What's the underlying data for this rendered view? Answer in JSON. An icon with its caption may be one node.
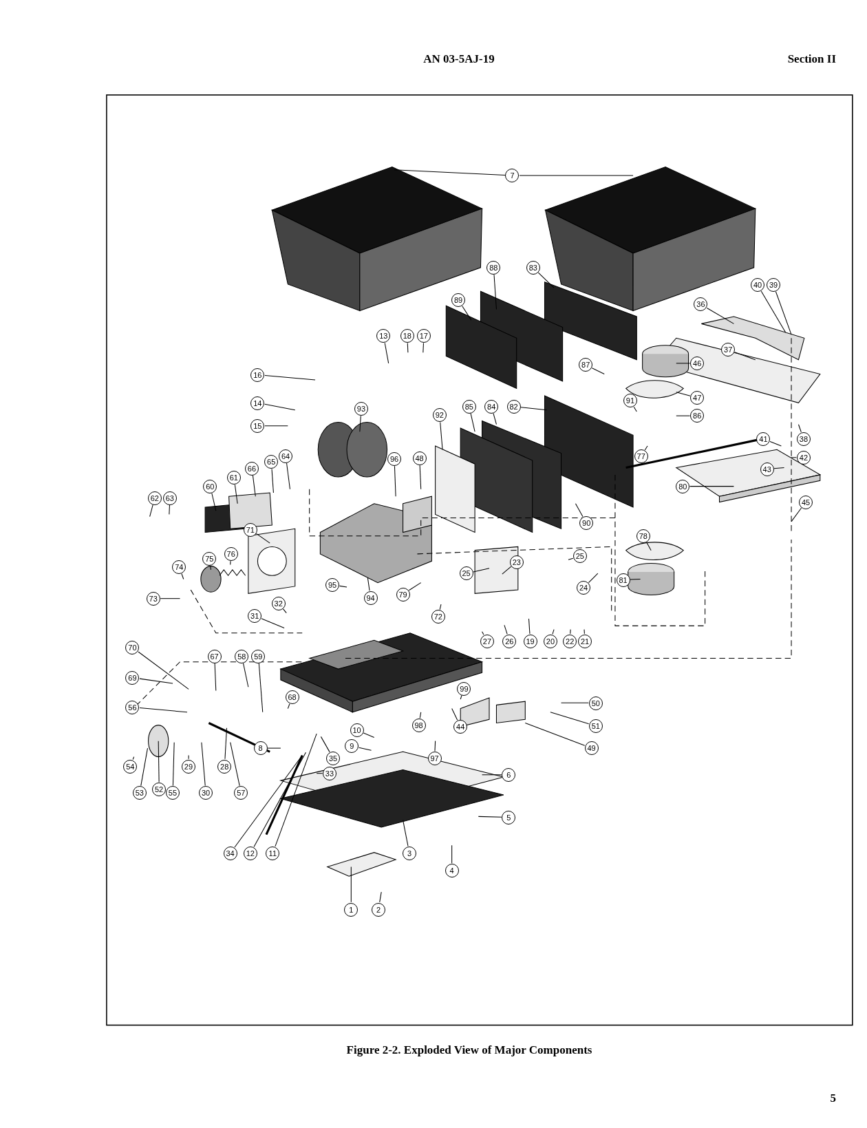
{
  "diagram": {
    "caption": "Figure 2-2. Exploded View of Major Components",
    "nodes": [
      {
        "text": [
          "7"
        ]
      },
      {
        "text": [
          "88"
        ]
      },
      {
        "text": [
          "83"
        ]
      },
      {
        "text": [
          "40"
        ]
      },
      {
        "text": [
          "39"
        ]
      },
      {
        "text": [
          "89"
        ]
      },
      {
        "text": [
          "36"
        ]
      },
      {
        "text": [
          "13"
        ]
      },
      {
        "text": [
          "18"
        ]
      },
      {
        "text": [
          "17"
        ]
      },
      {
        "text": [
          "37"
        ]
      },
      {
        "text": [
          "87"
        ]
      },
      {
        "text": [
          "46"
        ]
      },
      {
        "text": [
          "16"
        ]
      },
      {
        "text": [
          "47"
        ]
      },
      {
        "text": [
          "91"
        ]
      },
      {
        "text": [
          "14"
        ]
      },
      {
        "text": [
          "82"
        ]
      },
      {
        "text": [
          "85"
        ]
      },
      {
        "text": [
          "84"
        ]
      },
      {
        "text": [
          "93"
        ]
      },
      {
        "text": [
          "92"
        ]
      },
      {
        "text": [
          "86"
        ]
      },
      {
        "text": [
          "15"
        ]
      },
      {
        "text": [
          "41"
        ]
      },
      {
        "text": [
          "38"
        ]
      },
      {
        "text": [
          "77"
        ]
      },
      {
        "text": [
          "64"
        ]
      },
      {
        "text": [
          "48"
        ]
      },
      {
        "text": [
          "96"
        ]
      },
      {
        "text": [
          "42"
        ]
      },
      {
        "text": [
          "65"
        ]
      },
      {
        "text": [
          "66"
        ]
      },
      {
        "text": [
          "43"
        ]
      },
      {
        "text": [
          "61"
        ]
      },
      {
        "text": [
          "60"
        ]
      },
      {
        "text": [
          "80"
        ]
      },
      {
        "text": [
          "62"
        ]
      },
      {
        "text": [
          "63"
        ]
      },
      {
        "text": [
          "45"
        ]
      },
      {
        "text": [
          "90"
        ]
      },
      {
        "text": [
          "71"
        ]
      },
      {
        "text": [
          "78"
        ]
      },
      {
        "text": [
          "76"
        ]
      },
      {
        "text": [
          "25"
        ]
      },
      {
        "text": [
          "75"
        ]
      },
      {
        "text": [
          "23"
        ]
      },
      {
        "text": [
          "74"
        ]
      },
      {
        "text": [
          "25"
        ]
      },
      {
        "text": [
          "81"
        ]
      },
      {
        "text": [
          "95"
        ]
      },
      {
        "text": [
          "24"
        ]
      },
      {
        "text": [
          "79"
        ]
      },
      {
        "text": [
          "94"
        ]
      },
      {
        "text": [
          "73"
        ]
      },
      {
        "text": [
          "32"
        ]
      },
      {
        "text": [
          "31"
        ]
      },
      {
        "text": [
          "72"
        ]
      },
      {
        "text": [
          "27"
        ]
      },
      {
        "text": [
          "26"
        ]
      },
      {
        "text": [
          "19"
        ]
      },
      {
        "text": [
          "20"
        ]
      },
      {
        "text": [
          "22"
        ]
      },
      {
        "text": [
          "21"
        ]
      },
      {
        "text": [
          "70"
        ]
      },
      {
        "text": [
          "67"
        ]
      },
      {
        "text": [
          "58"
        ]
      },
      {
        "text": [
          "59"
        ]
      },
      {
        "text": [
          "69"
        ]
      },
      {
        "text": [
          "99"
        ]
      },
      {
        "text": [
          "68"
        ]
      },
      {
        "text": [
          "50"
        ]
      },
      {
        "text": [
          "56"
        ]
      },
      {
        "text": [
          "51"
        ]
      },
      {
        "text": [
          "98"
        ]
      },
      {
        "text": [
          "44"
        ]
      },
      {
        "text": [
          "10"
        ]
      },
      {
        "text": [
          "9"
        ]
      },
      {
        "text": [
          "8"
        ]
      },
      {
        "text": [
          "49"
        ]
      },
      {
        "text": [
          "97"
        ]
      },
      {
        "text": [
          "35"
        ]
      },
      {
        "text": [
          "54"
        ]
      },
      {
        "text": [
          "29"
        ]
      },
      {
        "text": [
          "28"
        ]
      },
      {
        "text": [
          "33"
        ]
      },
      {
        "text": [
          "6"
        ]
      },
      {
        "text": [
          "52"
        ]
      },
      {
        "text": [
          "53"
        ]
      },
      {
        "text": [
          "55"
        ]
      },
      {
        "text": [
          "30"
        ]
      },
      {
        "text": [
          "57"
        ]
      },
      {
        "text": [
          "5"
        ]
      },
      {
        "text": [
          "34"
        ]
      },
      {
        "text": [
          "12"
        ]
      },
      {
        "text": [
          "11"
        ]
      },
      {
        "text": [
          "3"
        ]
      },
      {
        "text": [
          "4"
        ]
      },
      {
        "text": [
          "1"
        ]
      },
      {
        "text": [
          "2"
        ]
      }
    ],
    "edges": [
      {
        "from": 0,
        "to": null,
        "arrow": "none"
      },
      {
        "from": 0,
        "to": null,
        "arrow": "none"
      },
      {
        "from": 1,
        "to": null,
        "arrow": "none"
      },
      {
        "from": 2,
        "to": null,
        "arrow": "none"
      },
      {
        "from": 3,
        "to": null,
        "arrow": "none"
      },
      {
        "from": 4,
        "to": null,
        "arrow": "none"
      },
      {
        "from": 5,
        "to": null,
        "arrow": "none"
      },
      {
        "from": 6,
        "to": null,
        "arrow": "none"
      },
      {
        "from": 7,
        "to": null,
        "arrow": "none"
      },
      {
        "from": 8,
        "to": null,
        "arrow": "none"
      },
      {
        "from": 9,
        "to": null,
        "arrow": "none"
      },
      {
        "from": 10,
        "to": null,
        "arrow": "none"
      },
      {
        "from": 11,
        "to": null,
        "arrow": "none"
      },
      {
        "from": 12,
        "to": null,
        "arrow": "none"
      },
      {
        "from": 13,
        "to": null,
        "arrow": "none"
      },
      {
        "from": 14,
        "to": null,
        "arrow": "none"
      },
      {
        "from": 15,
        "to": null,
        "arrow": "none"
      },
      {
        "from": 16,
        "to": null,
        "arrow": "none"
      },
      {
        "from": 17,
        "to": null,
        "arrow": "none"
      },
      {
        "from": 18,
        "to": null,
        "arrow": "none"
      },
      {
        "from": 19,
        "to": null,
        "arrow": "none"
      },
      {
        "from": 20,
        "to": null,
        "arrow": "none"
      },
      {
        "from": 21,
        "to": null,
        "arrow": "none"
      },
      {
        "from": 22,
        "to": null,
        "arrow": "none"
      },
      {
        "from": 23,
        "to": null,
        "arrow": "none"
      },
      {
        "from": 24,
        "to": null,
        "arrow": "none"
      },
      {
        "from": 25,
        "to": null,
        "arrow": "none"
      },
      {
        "from": 26,
        "to": null,
        "arrow": "none"
      },
      {
        "from": 27,
        "to": null,
        "arrow": "none"
      },
      {
        "from": 28,
        "to": null,
        "arrow": "none"
      },
      {
        "from": 29,
        "to": null,
        "arrow": "none"
      },
      {
        "from": 30,
        "to": null,
        "arrow": "none"
      },
      {
        "from": 31,
        "to": null,
        "arrow": "none"
      },
      {
        "from": 32,
        "to": null,
        "arrow": "none"
      },
      {
        "from": 33,
        "to": null,
        "arrow": "none"
      },
      {
        "from": 34,
        "to": null,
        "arrow": "none"
      },
      {
        "from": 35,
        "to": null,
        "arrow": "none"
      },
      {
        "from": 36,
        "to": null,
        "arrow": "none"
      },
      {
        "from": 37,
        "to": null,
        "arrow": "none"
      },
      {
        "from": 38,
        "to": null,
        "arrow": "none"
      },
      {
        "from": 39,
        "to": null,
        "arrow": "none"
      },
      {
        "from": 40,
        "to": null,
        "arrow": "none"
      },
      {
        "from": 41,
        "to": null,
        "arrow": "none"
      },
      {
        "from": 42,
        "to": null,
        "arrow": "none"
      },
      {
        "from": 43,
        "to": null,
        "arrow": "none"
      },
      {
        "from": 44,
        "to": null,
        "arrow": "none"
      },
      {
        "from": 45,
        "to": null,
        "arrow": "none"
      },
      {
        "from": 46,
        "to": null,
        "arrow": "none"
      },
      {
        "from": 47,
        "to": null,
        "arrow": "none"
      },
      {
        "from": 48,
        "to": null,
        "arrow": "none"
      },
      {
        "from": 49,
        "to": null,
        "arrow": "none"
      },
      {
        "from": 50,
        "to": null,
        "arrow": "none"
      },
      {
        "from": 51,
        "to": null,
        "arrow": "none"
      },
      {
        "from": 52,
        "to": null,
        "arrow": "none"
      },
      {
        "from": 53,
        "to": null,
        "arrow": "none"
      },
      {
        "from": 54,
        "to": null,
        "arrow": "none"
      },
      {
        "from": 55,
        "to": null,
        "arrow": "none"
      },
      {
        "from": 56,
        "to": null,
        "arrow": "none"
      },
      {
        "from": 57,
        "to": null,
        "arrow": "none"
      },
      {
        "from": 58,
        "to": null,
        "arrow": "none"
      },
      {
        "from": 59,
        "to": null,
        "arrow": "none"
      },
      {
        "from": 60,
        "to": null,
        "arrow": "none"
      },
      {
        "from": 61,
        "to": null,
        "arrow": "none"
      },
      {
        "from": 62,
        "to": null,
        "arrow": "none"
      },
      {
        "from": 63,
        "to": null,
        "arrow": "none"
      },
      {
        "from": 64,
        "to": null,
        "arrow": "none"
      },
      {
        "from": 65,
        "to": null,
        "arrow": "none"
      },
      {
        "from": 66,
        "to": null,
        "arrow": "none"
      },
      {
        "from": 67,
        "to": null,
        "arrow": "none"
      },
      {
        "from": 68,
        "to": null,
        "arrow": "none"
      },
      {
        "from": 69,
        "to": null,
        "arrow": "none"
      },
      {
        "from": 70,
        "to": null,
        "arrow": "none"
      },
      {
        "from": 71,
        "to": null,
        "arrow": "none"
      },
      {
        "from": 72,
        "to": null,
        "arrow": "none"
      },
      {
        "from": 73,
        "to": null,
        "arrow": "none"
      },
      {
        "from": 74,
        "to": null,
        "arrow": "none"
      },
      {
        "from": 75,
        "to": null,
        "arrow": "none"
      },
      {
        "from": 76,
        "to": null,
        "arrow": "none"
      },
      {
        "from": 77,
        "to": null,
        "arrow": "none"
      },
      {
        "from": 78,
        "to": null,
        "arrow": "none"
      },
      {
        "from": 79,
        "to": null,
        "arrow": "none"
      },
      {
        "from": 80,
        "to": null,
        "arrow": "none"
      },
      {
        "from": 81,
        "to": null,
        "arrow": "none"
      },
      {
        "from": 82,
        "to": null,
        "arrow": "none"
      },
      {
        "from": 83,
        "to": null,
        "arrow": "none"
      },
      {
        "from": 84,
        "to": null,
        "arrow": "none"
      },
      {
        "from": 85,
        "to": null,
        "arrow": "none"
      },
      {
        "from": 86,
        "to": null,
        "arrow": "none"
      },
      {
        "from": 87,
        "to": null,
        "arrow": "none"
      },
      {
        "from": 88,
        "to": null,
        "arrow": "none"
      },
      {
        "from": 89,
        "to": null,
        "arrow": "none"
      },
      {
        "from": 90,
        "to": null,
        "arrow": "none"
      },
      {
        "from": 91,
        "to": null,
        "arrow": "none"
      },
      {
        "from": 92,
        "to": null,
        "arrow": "none"
      },
      {
        "from": 93,
        "to": null,
        "arrow": "none"
      },
      {
        "from": 94,
        "to": null,
        "arrow": "none"
      },
      {
        "from": 95,
        "to": null,
        "arrow": "none"
      },
      {
        "from": 96,
        "to": null,
        "arrow": "none"
      },
      {
        "from": 97,
        "to": null,
        "arrow": "none"
      },
      {
        "from": 98,
        "to": null,
        "arrow": "none"
      },
      {
        "from": 99,
        "to": null,
        "arrow": "none"
      }
    ],
    "labels": [
      "AN 03-5AJ-19",
      "Section II",
      "5"
    ]
  }
}
